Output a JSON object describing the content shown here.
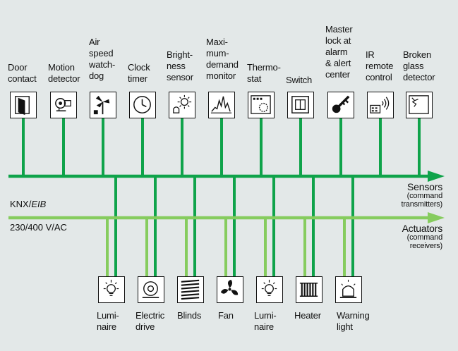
{
  "colors": {
    "background": "#e3e8e8",
    "sensor_bus": "#0fa34a",
    "actuator_bus": "#86cc5e",
    "text": "#111111"
  },
  "buses": {
    "knx_prefix": "KNX/",
    "knx_italic": "EIB",
    "power": "230/400 V/AC",
    "sensors_title": "Sensors",
    "sensors_sub1": "(command",
    "sensors_sub2": "transmitters)",
    "actuators_title": "Actuators",
    "actuators_sub1": "(command",
    "actuators_sub2": "receivers)"
  },
  "sensors": [
    {
      "label": "Door\ncontact",
      "icon": "door-icon"
    },
    {
      "label": "Motion\ndetector",
      "icon": "motion-detector-icon"
    },
    {
      "label": "Air\nspeed\nwatch-\ndog",
      "icon": "wind-vane-icon"
    },
    {
      "label": "Clock\ntimer",
      "icon": "clock-icon"
    },
    {
      "label": "Bright-\nness\nsensor",
      "icon": "sun-sensor-icon"
    },
    {
      "label": "Maxi-\nmum-\ndemand\nmonitor",
      "icon": "demand-graph-icon"
    },
    {
      "label": "Thermo-\nstat",
      "icon": "thermostat-icon"
    },
    {
      "label": "Switch",
      "icon": "switch-icon"
    },
    {
      "label": "Master\nlock at\nalarm\n& alert\ncenter",
      "icon": "key-icon"
    },
    {
      "label": "IR\nremote\ncontrol",
      "icon": "ir-remote-icon"
    },
    {
      "label": "Broken\nglass\ndetector",
      "icon": "broken-glass-icon"
    }
  ],
  "actuators": [
    {
      "label": "Lumi-\nnaire",
      "icon": "lamp-icon"
    },
    {
      "label": "Electric\ndrive",
      "icon": "motor-icon"
    },
    {
      "label": "Blinds",
      "icon": "blinds-icon"
    },
    {
      "label": "Fan",
      "icon": "fan-icon"
    },
    {
      "label": "Lumi-\nnaire",
      "icon": "lamp-icon"
    },
    {
      "label": "Heater",
      "icon": "radiator-icon"
    },
    {
      "label": "Warning\nlight",
      "icon": "warning-light-icon"
    }
  ]
}
